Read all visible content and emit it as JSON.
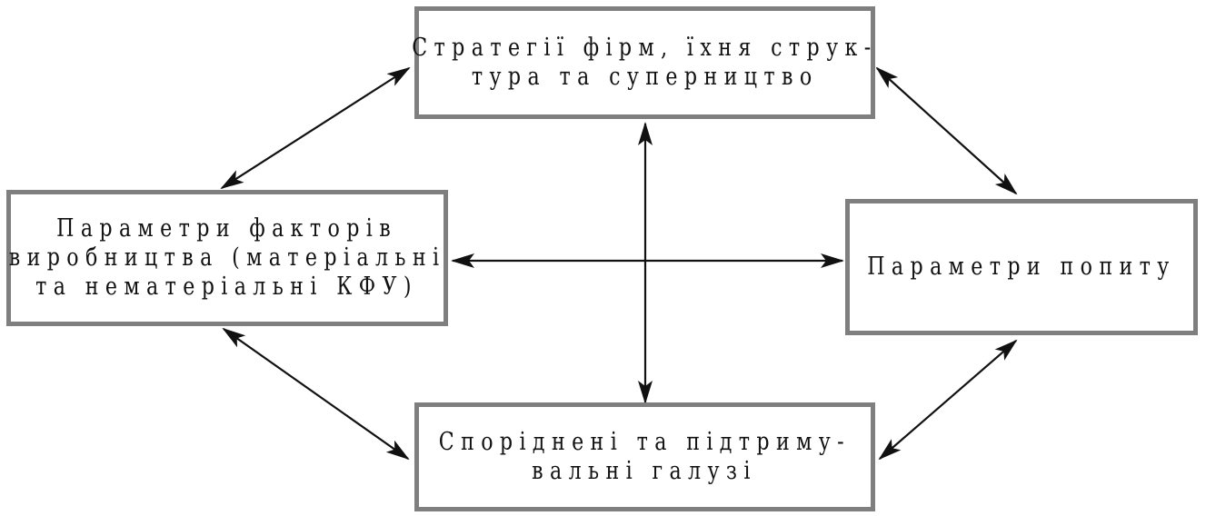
{
  "diagram": {
    "colors": {
      "box_border": "#7f7f7f",
      "arrow": "#111111",
      "text": "#111111"
    },
    "boxes": {
      "top": {
        "lines": [
          "Стратегії фірм, їхня струк-",
          "тура та суперництво"
        ]
      },
      "left": {
        "lines": [
          "Параметри факторів",
          "виробництва (матеріальні",
          "та нематеріальні КФУ)"
        ]
      },
      "right": {
        "lines": [
          "Параметри попиту"
        ]
      },
      "bottom": {
        "lines": [
          "Споріднені та підтриму-",
          "вальні галузі"
        ]
      }
    }
  }
}
